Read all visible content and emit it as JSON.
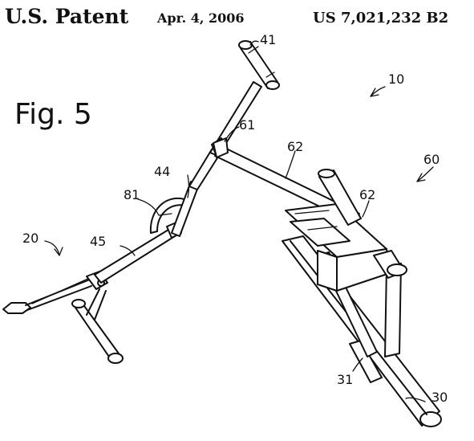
{
  "header": {
    "patent_office": "U.S. Patent",
    "date": "Apr. 4, 2006",
    "patent_number": "US 7,021,232 B2"
  },
  "figure": {
    "label": "Fig. 5"
  },
  "reference_numerals": {
    "r10": "10",
    "r20": "20",
    "r30": "30",
    "r31": "31",
    "r41": "41",
    "r44": "44",
    "r45": "45",
    "r60": "60",
    "r61": "61",
    "r62a": "62",
    "r62b": "62",
    "r81": "81"
  }
}
